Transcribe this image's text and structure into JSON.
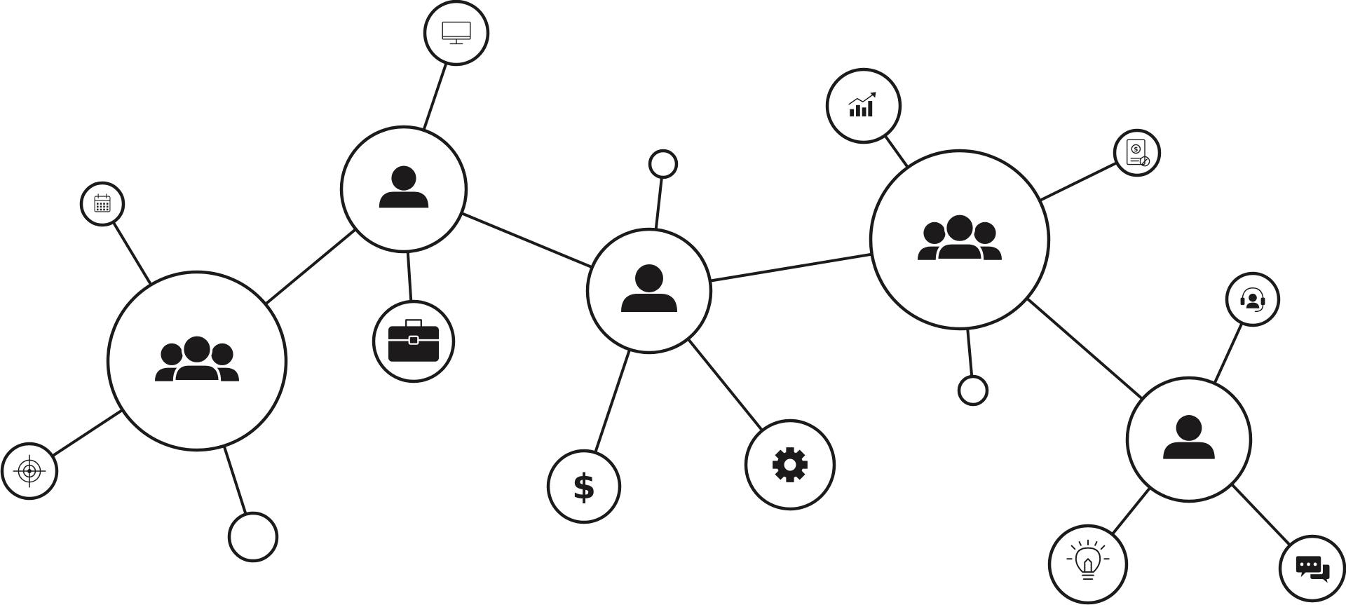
{
  "diagram": {
    "type": "network-graph",
    "colors": {
      "line": "#1c1a1a",
      "background": "#ffffff"
    },
    "nodes": [
      {
        "id": "group-left",
        "icon": "group-icon"
      },
      {
        "id": "user-top",
        "icon": "user-icon"
      },
      {
        "id": "user-center",
        "icon": "user-icon"
      },
      {
        "id": "group-right",
        "icon": "group-icon"
      },
      {
        "id": "user-right",
        "icon": "user-icon"
      },
      {
        "id": "calendar",
        "icon": "calendar-icon"
      },
      {
        "id": "target",
        "icon": "target-icon"
      },
      {
        "id": "empty-left",
        "icon": ""
      },
      {
        "id": "monitor",
        "icon": "monitor-icon"
      },
      {
        "id": "briefcase",
        "icon": "briefcase-icon"
      },
      {
        "id": "empty-center",
        "icon": ""
      },
      {
        "id": "dollar",
        "icon": "dollar-icon",
        "label": "$"
      },
      {
        "id": "gear",
        "icon": "gear-icon"
      },
      {
        "id": "chart",
        "icon": "chart-icon"
      },
      {
        "id": "document",
        "icon": "invoice-icon"
      },
      {
        "id": "empty-right",
        "icon": ""
      },
      {
        "id": "headset",
        "icon": "headset-icon"
      },
      {
        "id": "bulb",
        "icon": "lightbulb-icon"
      },
      {
        "id": "chat",
        "icon": "chat-icon"
      }
    ],
    "edges": [
      [
        "group-left",
        "user-top"
      ],
      [
        "group-left",
        "calendar"
      ],
      [
        "group-left",
        "target"
      ],
      [
        "group-left",
        "empty-left"
      ],
      [
        "user-top",
        "monitor"
      ],
      [
        "user-top",
        "briefcase"
      ],
      [
        "user-top",
        "user-center"
      ],
      [
        "user-center",
        "empty-center"
      ],
      [
        "user-center",
        "dollar"
      ],
      [
        "user-center",
        "gear"
      ],
      [
        "user-center",
        "group-right"
      ],
      [
        "group-right",
        "chart"
      ],
      [
        "group-right",
        "document"
      ],
      [
        "group-right",
        "empty-right"
      ],
      [
        "group-right",
        "user-right"
      ],
      [
        "user-right",
        "headset"
      ],
      [
        "user-right",
        "bulb"
      ],
      [
        "user-right",
        "chat"
      ]
    ]
  }
}
